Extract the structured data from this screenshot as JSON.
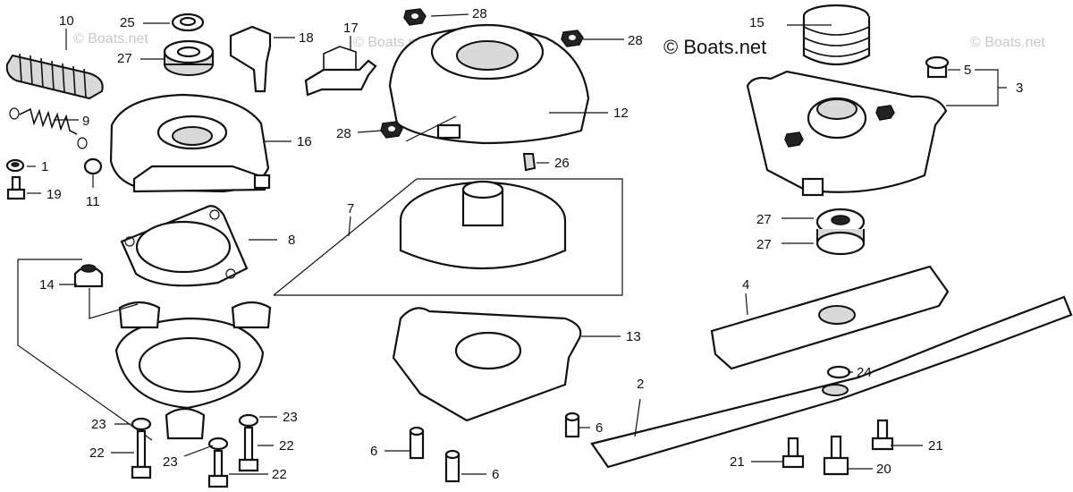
{
  "watermark": {
    "main": "© Boats.net",
    "ghost": "© Boats.net"
  },
  "callouts": [
    {
      "id": "c10",
      "text": "10"
    },
    {
      "id": "c25",
      "text": "25"
    },
    {
      "id": "c27a",
      "text": "27"
    },
    {
      "id": "c18",
      "text": "18"
    },
    {
      "id": "c17",
      "text": "17"
    },
    {
      "id": "c28a",
      "text": "28"
    },
    {
      "id": "c28b",
      "text": "28"
    },
    {
      "id": "c15",
      "text": "15"
    },
    {
      "id": "c5",
      "text": "5"
    },
    {
      "id": "c3",
      "text": "3"
    },
    {
      "id": "c9",
      "text": "9"
    },
    {
      "id": "c16",
      "text": "16"
    },
    {
      "id": "c12",
      "text": "12"
    },
    {
      "id": "c28c",
      "text": "28"
    },
    {
      "id": "c1",
      "text": "1"
    },
    {
      "id": "c26",
      "text": "26"
    },
    {
      "id": "c19",
      "text": "19"
    },
    {
      "id": "c11",
      "text": "11"
    },
    {
      "id": "c7",
      "text": "7"
    },
    {
      "id": "c27b",
      "text": "27"
    },
    {
      "id": "c27c",
      "text": "27"
    },
    {
      "id": "c8",
      "text": "8"
    },
    {
      "id": "c14",
      "text": "14"
    },
    {
      "id": "c4",
      "text": "4"
    },
    {
      "id": "c13",
      "text": "13"
    },
    {
      "id": "c24",
      "text": "24"
    },
    {
      "id": "c2",
      "text": "2"
    },
    {
      "id": "c23a",
      "text": "23"
    },
    {
      "id": "c23b",
      "text": "23"
    },
    {
      "id": "c6a",
      "text": "6"
    },
    {
      "id": "c22a",
      "text": "22"
    },
    {
      "id": "c22b",
      "text": "22"
    },
    {
      "id": "c23c",
      "text": "23"
    },
    {
      "id": "c6b",
      "text": "6"
    },
    {
      "id": "c21a",
      "text": "21"
    },
    {
      "id": "c21b",
      "text": "21"
    },
    {
      "id": "c22c",
      "text": "22"
    },
    {
      "id": "c6c",
      "text": "6"
    },
    {
      "id": "c20",
      "text": "20"
    }
  ]
}
